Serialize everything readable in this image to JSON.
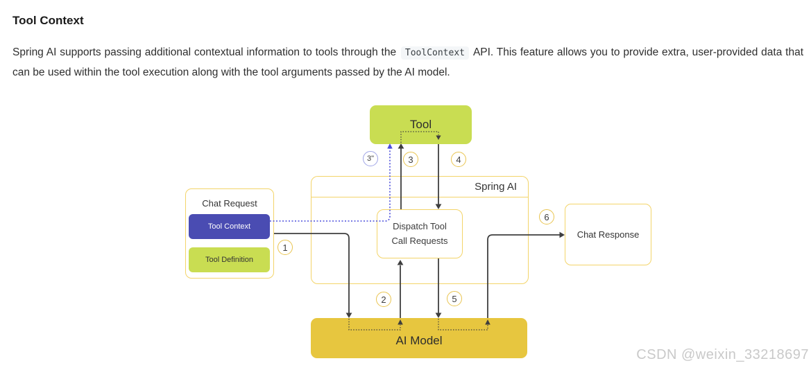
{
  "page": {
    "heading": "Tool Context",
    "paragraph_before_code": "Spring AI supports passing additional contextual information to tools through the",
    "inline_code": "ToolContext",
    "paragraph_after_code": "API. This feature allows you to provide extra, user-pro­vided data that can be used within the tool execution along with the tool arguments passed by the AI model.",
    "watermark": "CSDN @weixin_33218697"
  },
  "diagram": {
    "tool_label": "Tool",
    "spring_ai_label": "Spring AI",
    "chat_request_label": "Chat Request",
    "tool_context_label": "Tool Context",
    "tool_definition_label": "Tool Definition",
    "dispatch_label": "Dispatch Tool Call Requests",
    "chat_response_label": "Chat Response",
    "ai_model_label": "AI Model",
    "steps": {
      "step_1": "1",
      "step_2": "2",
      "step_3": "3",
      "step_3_prime": "3\"",
      "step_4": "4",
      "step_5": "5",
      "step_6": "6"
    },
    "colors": {
      "node_lime": "#c9dd52",
      "node_gold": "#e7c63f",
      "node_indigo": "#4a4cb2",
      "border_yellow": "#f3d469",
      "circle_yellow_border": "#e9c44f",
      "circle_blue_border": "#9fa4e6",
      "arrow_dark": "#3e3e3e",
      "arrow_blue": "#4a4ddb",
      "code_background": "#f4f6f8",
      "watermark_gray": "#c9c9c9"
    }
  }
}
